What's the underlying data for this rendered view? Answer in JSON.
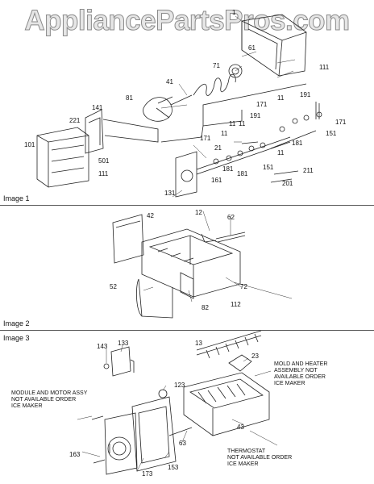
{
  "watermark": "AppliancePartsPros.com",
  "sections": [
    {
      "caption": "Image 1"
    },
    {
      "caption": "Image 2"
    },
    {
      "caption": "Image 3"
    }
  ],
  "image1_labels": [
    "1",
    "61",
    "71",
    "111",
    "41",
    "81",
    "191",
    "11",
    "171",
    "141",
    "221",
    "11",
    "191",
    "11",
    "181",
    "151",
    "171",
    "21",
    "171",
    "11",
    "181",
    "151",
    "101",
    "501",
    "111",
    "161",
    "181",
    "131",
    "211",
    "11",
    "201"
  ],
  "image2_labels": [
    "42",
    "12",
    "62",
    "72",
    "52",
    "82",
    "112"
  ],
  "image3_labels": [
    "143",
    "133",
    "13",
    "23",
    "123",
    "43",
    "63",
    "163",
    "173",
    "153"
  ],
  "notes": {
    "mold": "MOLD AND HEATER\nASSEMBLY NOT\nAVAILABLE ORDER\nICE MAKER",
    "module": "MODULE AND MOTOR ASSY\nNOT AVAILABLE ORDER\nICE MAKER",
    "thermostat": "THERMOSTAT\nNOT AVAILABLE ORDER\nICE MAKER"
  }
}
